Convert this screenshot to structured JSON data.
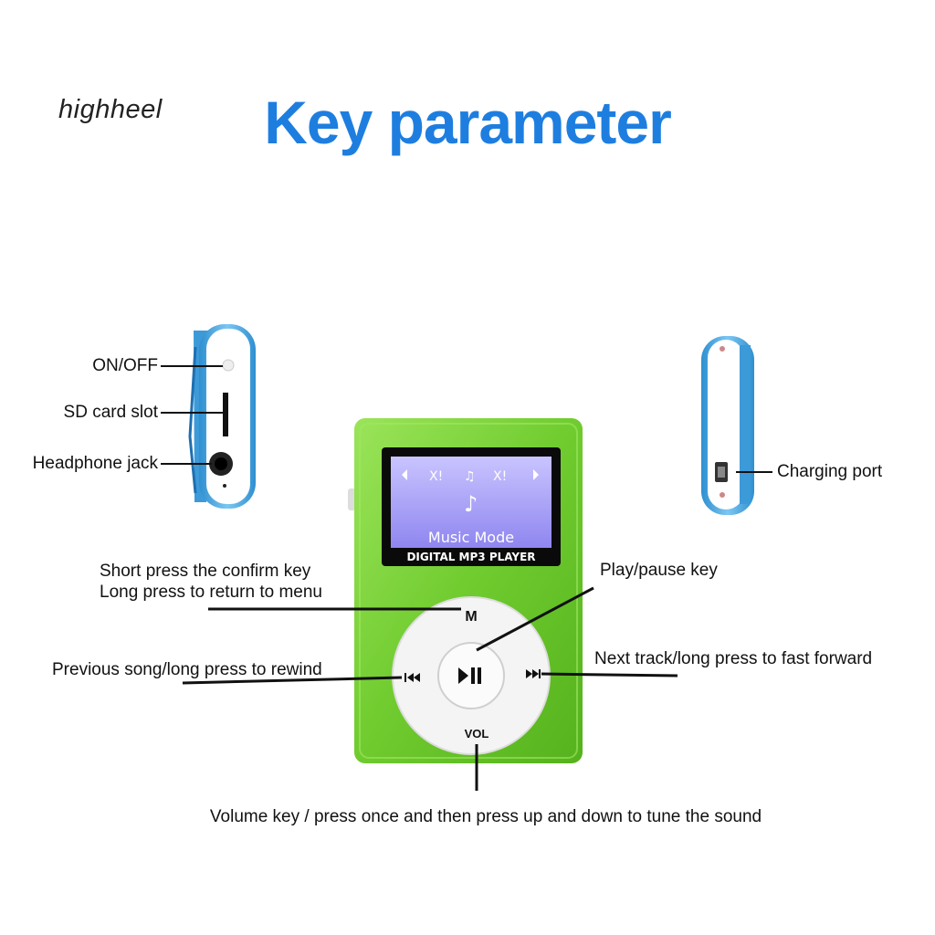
{
  "brand": "highheel",
  "title": "Key parameter",
  "colors": {
    "title_blue": "#1e7ee0",
    "body_green": "#7fd63c",
    "clip_blue": "#3aa3e0",
    "screen_purple": "#a9a2f6",
    "wheel_white": "#f4f4f4"
  },
  "device": {
    "brand_text": "DIGITAL MP3 PLAYER",
    "screen_mode": "Music Mode",
    "key_menu": "M",
    "key_volume": "VOL"
  },
  "labels": {
    "on_off": "ON/OFF",
    "sd_slot": "SD card slot",
    "headphone": "Headphone jack",
    "charging": "Charging port",
    "confirm_line1": "Short press the confirm key",
    "confirm_line2": "Long press to return to menu",
    "play_pause": "Play/pause key",
    "previous": "Previous song/long press to rewind",
    "next": "Next track/long press to fast forward",
    "volume": "Volume key / press once and then press up and down to tune the sound"
  }
}
